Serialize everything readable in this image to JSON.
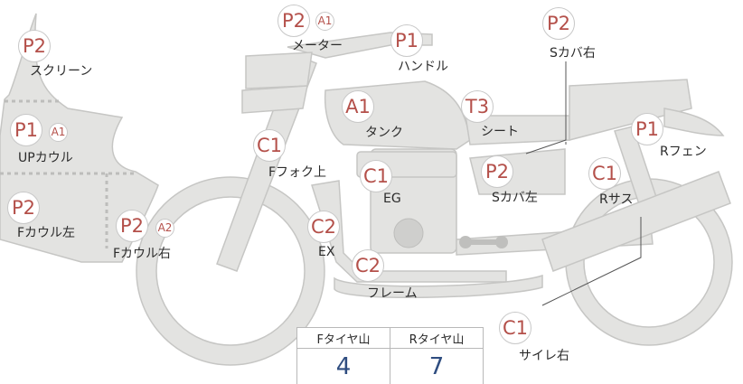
{
  "badges": {
    "screen": "P2",
    "upper_cowl": "P1",
    "upper_cowl_sub": "A1",
    "lower_cowl_left": "P2",
    "cowl_right": "P2",
    "cowl_right_sub": "A2",
    "meter": "P2",
    "meter_sub": "A1",
    "handle": "P1",
    "tank": "A1",
    "front_fork": "C1",
    "seat": "T3",
    "s_cover_right": "P2",
    "r_fender": "P1",
    "engine": "C1",
    "s_cover_left": "P2",
    "r_suspension": "C1",
    "exhaust": "C2",
    "frame": "C2",
    "muffler_right": "C1"
  },
  "labels": {
    "screen": "スクリーン",
    "upper_cowl": "UPカウル",
    "cowl_left": "Fカウル左",
    "cowl_right": "Fカウル右",
    "meter": "メーター",
    "handle": "ハンドル",
    "tank": "タンク",
    "front_fork": "Fフォク上",
    "seat": "シート",
    "s_cover_right": "Sカバ右",
    "r_fender": "Rフェン",
    "engine": "EG",
    "s_cover_left": "Sカバ左",
    "r_suspension": "Rサス",
    "exhaust": "EX",
    "frame": "フレーム",
    "muffler_right": "サイレ右"
  },
  "tire_table": {
    "headers": [
      "Fタイヤ山",
      "Rタイヤ山"
    ],
    "values": [
      "4",
      "7"
    ]
  },
  "colors": {
    "bike_fill": "#e3e3e1",
    "bike_stroke": "#c6c6c4",
    "badge_text": "#b4504a",
    "value_text": "#2f4d80"
  }
}
